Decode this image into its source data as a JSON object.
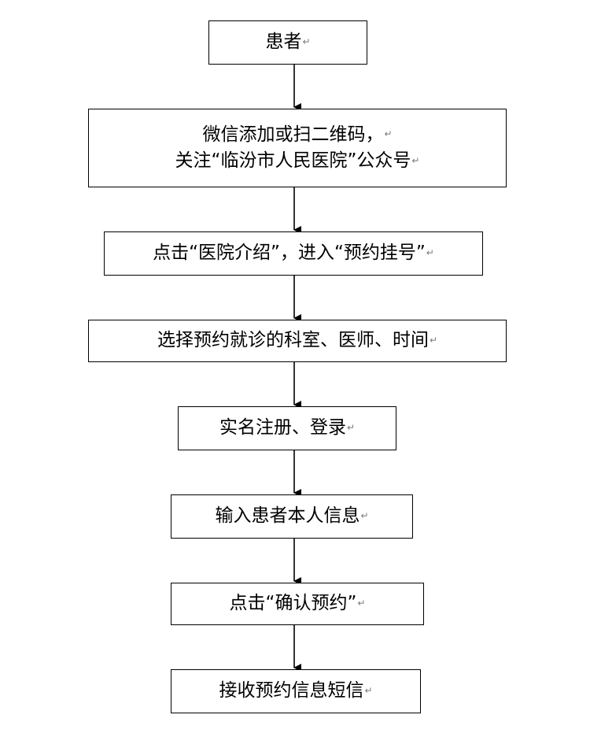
{
  "flowchart": {
    "paragraph_mark": "↵",
    "steps": [
      {
        "lines": [
          "患者"
        ]
      },
      {
        "lines": [
          "微信添加或扫二维码，",
          "关注“临汾市人民医院”公众号"
        ]
      },
      {
        "lines": [
          "点击“医院介绍”，进入“预约挂号”"
        ]
      },
      {
        "lines": [
          "选择预约就诊的科室、医师、时间"
        ]
      },
      {
        "lines": [
          "实名注册、登录"
        ]
      },
      {
        "lines": [
          "输入患者本人信息"
        ]
      },
      {
        "lines": [
          "点击“确认预约”"
        ]
      },
      {
        "lines": [
          "接收预约信息短信"
        ]
      }
    ]
  }
}
